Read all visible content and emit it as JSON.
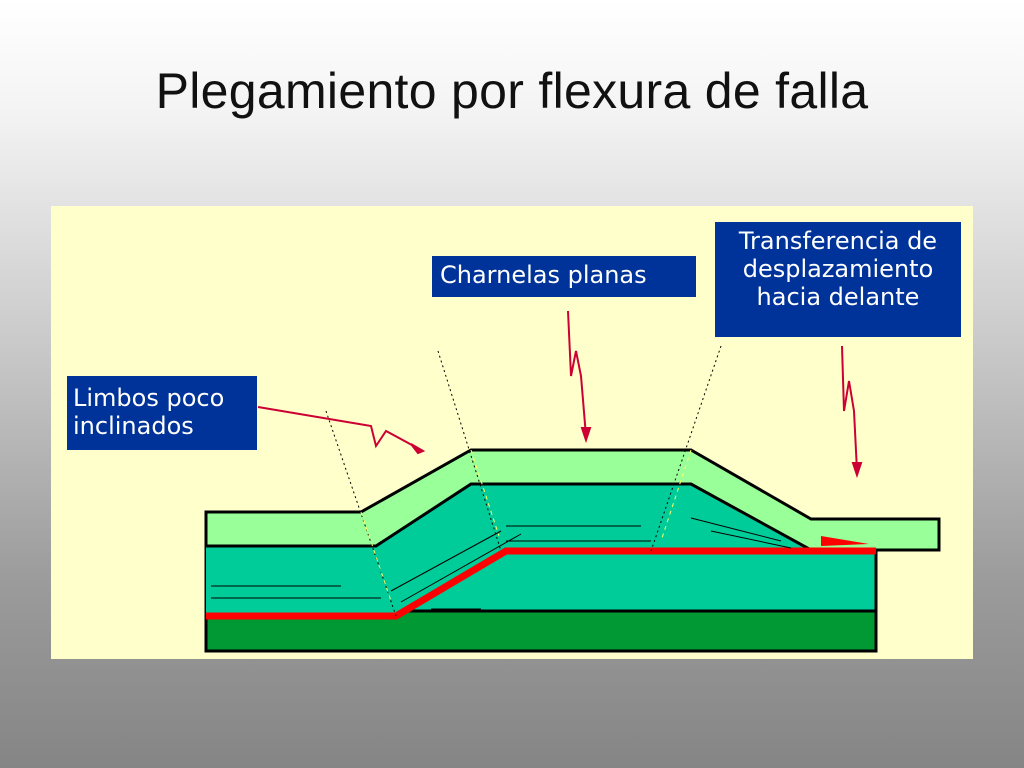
{
  "slide": {
    "title": "Plegamiento por flexura de falla"
  },
  "labels": {
    "charnelas": "Charnelas planas",
    "limbos_line1": "Limbos poco",
    "limbos_line2": "inclinados",
    "transfer_line1": "Transferencia de",
    "transfer_line2": "desplazamiento",
    "transfer_line3": "hacia delante"
  },
  "colors": {
    "diagram_bg": "#ffffcc",
    "label_box": "#003399",
    "label_text": "#ffffff",
    "upper_layer": "#99ff99",
    "middle_layer": "#00cc99",
    "base_layer": "#009933",
    "fault_line": "#ff0000",
    "arrow": "#cc0033"
  },
  "icons": [
    "arrow-limbos-icon",
    "arrow-charnelas-icon",
    "arrow-transfer-icon",
    "fault-arrow-icon"
  ]
}
